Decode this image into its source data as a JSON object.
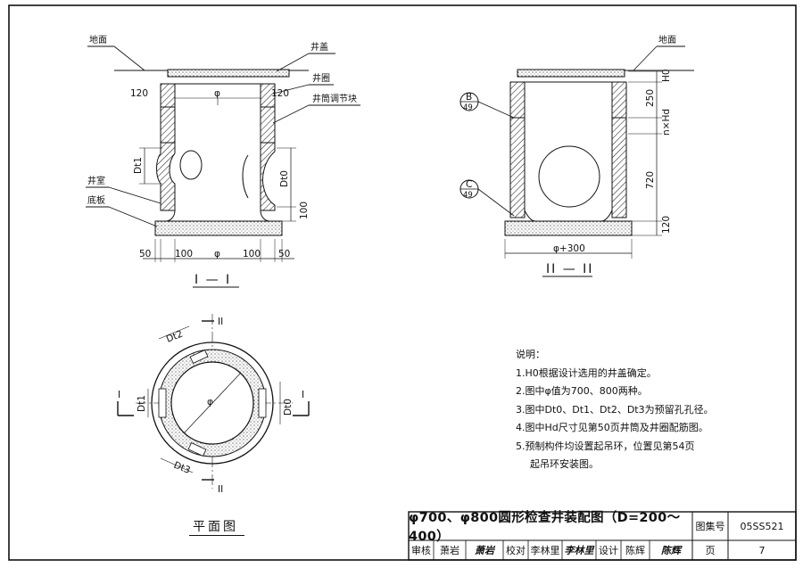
{
  "section1": {
    "labels": {
      "ground": "地面",
      "cover": "井盖",
      "ring": "井圈",
      "adjust_block": "井筒调节块",
      "wall": "井室",
      "base": "底板"
    },
    "dims": {
      "ring_left": "120",
      "ring_right": "120",
      "phi": "φ",
      "dt1": "Dt1",
      "dt0": "Dt0",
      "bottom": "100",
      "b50l": "50",
      "b100l": "100",
      "bphi": "φ",
      "b100r": "100",
      "b50r": "50"
    },
    "caption": "I — I"
  },
  "section2": {
    "labels": {
      "ground": "地面"
    },
    "callout_b": {
      "top": "B",
      "bottom": "49"
    },
    "callout_c": {
      "top": "C",
      "bottom": "49"
    },
    "dims": {
      "h0": "H0",
      "d250": "250",
      "nxhd": "n×Hd",
      "d720": "720",
      "d120": "120",
      "width": "φ+300"
    },
    "caption": "II — II"
  },
  "plan": {
    "marks": {
      "top": "II",
      "bottom": "II",
      "left": "I",
      "right": "I"
    },
    "dims": {
      "dt2": "Dt2",
      "dt1": "Dt1",
      "dt0": "Dt0",
      "dt3": "Dt3",
      "phi": "φ"
    },
    "caption": "平面图"
  },
  "notes": {
    "title": "说明：",
    "items": [
      "1.H0根据设计选用的井盖确定。",
      "2.图中φ值为700、800两种。",
      "3.图中Dt0、Dt1、Dt2、Dt3为预留孔孔径。",
      "4.图中Hd尺寸见第50页井筒及井圈配筋图。",
      "5.预制构件均设置起吊环，位置见第54页",
      "起吊环安装图。"
    ]
  },
  "title_block": {
    "title": "φ700、φ800圆形检查井装配图（D=200～400）",
    "atlas_label": "图集号",
    "atlas_no": "05SS521",
    "review_label": "审核",
    "reviewer": "萧岩",
    "reviewer_sig": "萧岩",
    "check_label": "校对",
    "checker": "李林里",
    "checker_sig": "李林里",
    "design_label": "设计",
    "designer": "陈辉",
    "designer_sig": "陈辉",
    "page_label": "页",
    "page_no": "7"
  }
}
